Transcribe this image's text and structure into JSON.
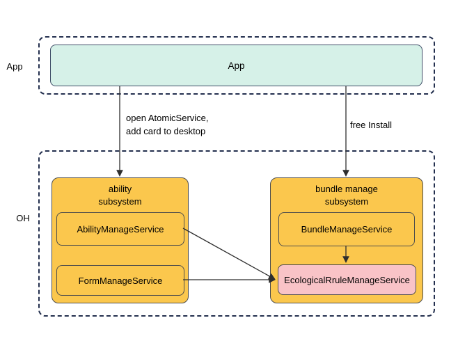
{
  "layers": {
    "app": {
      "label": "App"
    },
    "oh": {
      "label": "OH"
    }
  },
  "nodes": {
    "app": {
      "label": "App"
    },
    "ability_subsystem": {
      "title_line1": "ability",
      "title_line2": "subsystem",
      "services": [
        "AbilityManageService",
        "FormManageService"
      ]
    },
    "bundle_subsystem": {
      "title_line1": "bundle manage",
      "title_line2": "subsystem",
      "services": [
        "BundleManageService",
        "EcologicalRruleManageService"
      ]
    }
  },
  "edges": {
    "open_atomic": {
      "label_line1": "open AtomicService,",
      "label_line2": "add card to desktop"
    },
    "free_install": {
      "label": "free Install"
    }
  },
  "colors": {
    "background": "#ffffff",
    "text": "#000000",
    "app_node_fill": "#d6f1e8",
    "subsystem_fill": "#fbc74d",
    "service_fill": "#fbc74d",
    "highlight_service_fill": "#f9c3c7",
    "node_border": "#4d4d4d",
    "dashed_border": "#232f4e",
    "arrow": "#2e2e2e"
  }
}
